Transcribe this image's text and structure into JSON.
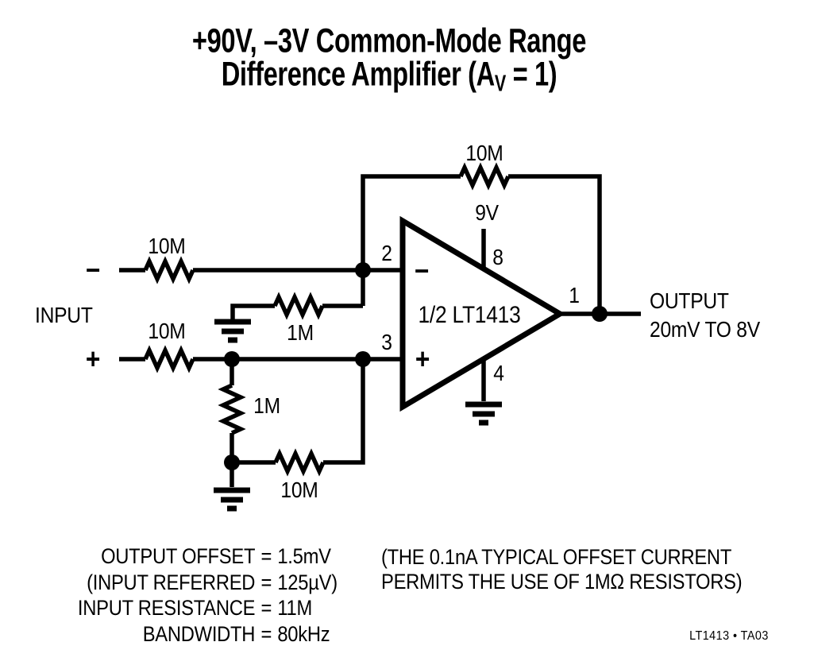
{
  "title": {
    "line1": "+90V, –3V Common-Mode Range",
    "line2_pre": "Difference Amplifier (A",
    "line2_sub": "V",
    "line2_post": " = 1)"
  },
  "schematic": {
    "input_label": "INPUT",
    "input_minus_sign": "−",
    "input_plus_sign": "+",
    "resistors": {
      "r_input_minus": "10M",
      "r_input_plus": "10M",
      "r_feedback": "10M",
      "r_ground_horizontal": "1M",
      "r_divider_vertical": "1M",
      "r_bottom": "10M"
    },
    "supply_voltage": "9V",
    "pins": {
      "p1": "1",
      "p2": "2",
      "p3": "3",
      "p4": "4",
      "p8": "8"
    },
    "opamp": {
      "label": "1/2 LT1413",
      "minus": "−",
      "plus": "+"
    },
    "output": {
      "line1": "OUTPUT",
      "line2": "20mV TO 8V"
    }
  },
  "specs": {
    "eq": "=",
    "rows": [
      {
        "label": "OUTPUT OFFSET",
        "value": "1.5mV"
      },
      {
        "label": "(INPUT REFERRED",
        "value": "125µV)"
      },
      {
        "label": "INPUT RESISTANCE",
        "value": "11M"
      },
      {
        "label": "BANDWIDTH",
        "value": "80kHz"
      }
    ]
  },
  "note": {
    "line1": "(THE 0.1nA TYPICAL OFFSET CURRENT",
    "line2": "PERMITS THE USE OF 1MΩ RESISTORS)"
  },
  "footer_code": "LT1413 • TA03",
  "colors": {
    "ink": "#000000",
    "background": "#ffffff"
  }
}
